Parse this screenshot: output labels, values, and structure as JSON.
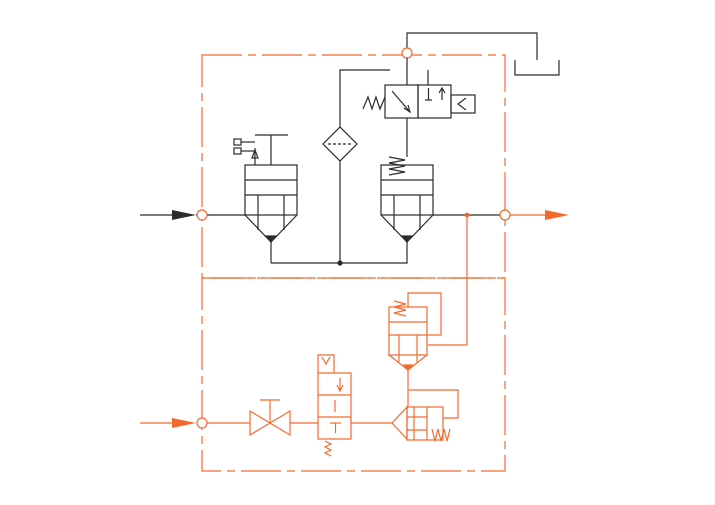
{
  "diagram": {
    "type": "pneumatic-schematic",
    "colors": {
      "black_circuit": "#2b2b2b",
      "orange_circuit": "#f26a2e",
      "background": "#ffffff"
    },
    "components": [
      "black-inlet-arrow",
      "black-outlet-arrow",
      "orange-inlet-arrow",
      "orange-outlet-arrow",
      "top-exhaust-line",
      "upper-boundary-box",
      "lower-boundary-box",
      "pressure-switch-icon",
      "left-filter-bowl",
      "filter-element",
      "right-filter-bowl",
      "solenoid-valve-3-2",
      "solenoid-coil-icon",
      "return-spring-icon",
      "orange-upper-filter-bowl",
      "orange-lower-horizontal-filter",
      "shutoff-valve-icon",
      "orange-directional-valve"
    ]
  }
}
